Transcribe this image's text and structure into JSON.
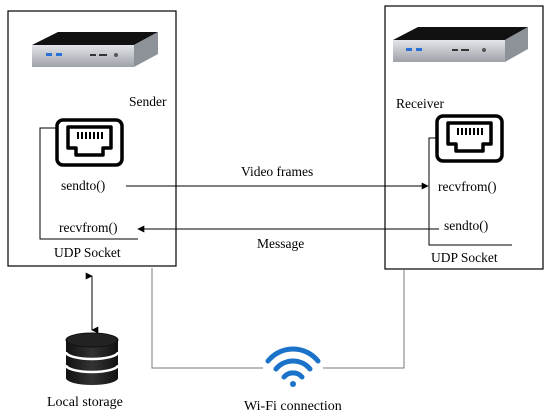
{
  "sender": {
    "title": "Sender",
    "send_fn": "sendto()",
    "recv_fn": "recvfrom()",
    "socket_label": "UDP Socket"
  },
  "receiver": {
    "title": "Receiver",
    "recv_fn": "recvfrom()",
    "send_fn": "sendto()",
    "socket_label": "UDP Socket"
  },
  "links": {
    "video_label": "Video frames",
    "message_label": "Message"
  },
  "storage": {
    "label": "Local storage",
    "icon": "database-icon"
  },
  "network": {
    "label": "Wi-Fi connection",
    "icon": "wifi-icon",
    "color": "#1a73c9"
  },
  "colors": {
    "box_stroke": "#000000",
    "wire": "#7a7a7a",
    "device_body": "#c9ccd2",
    "device_top": "#1a1a1a",
    "port_accent": "#2a6fd6"
  }
}
